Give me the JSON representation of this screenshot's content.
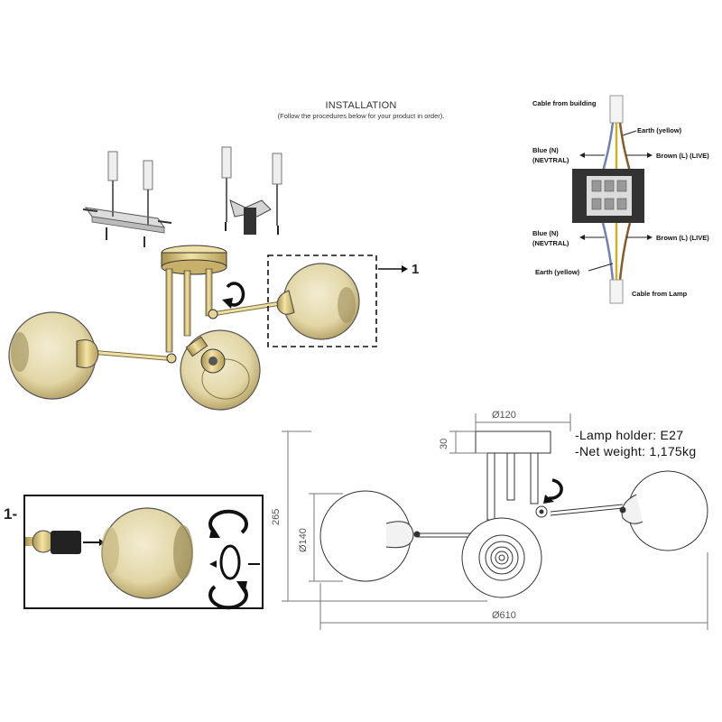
{
  "installation": {
    "title": "INSTALLATION",
    "subtitle": "(Follow the procedures below for your product in order)."
  },
  "callouts": {
    "detail_marker": "1",
    "detail_label": "1-"
  },
  "wiring": {
    "cable_from_building": "Cable from building",
    "earth_top": "Earth (yellow)",
    "blue_top_line1": "Blue (N)",
    "blue_top_line2": "(NEVTRAL)",
    "brown_top": "Brown (L) (LIVE)",
    "blue_bottom_line1": "Blue (N)",
    "blue_bottom_line2": "(NEVTRAL)",
    "brown_bottom": "Brown (L) (LIVE)",
    "earth_bottom": "Earth (yellow)",
    "cable_from_lamp": "Cable from Lamp",
    "colors": {
      "blue": "#6f7fb8",
      "brown": "#8a5a2b",
      "earth": "#c9b227"
    }
  },
  "dimensions": {
    "canopy_diameter": "Ø120",
    "canopy_height": "30",
    "total_height": "265",
    "globe_diameter": "Ø140",
    "total_width": "Ø610"
  },
  "specs": {
    "lamp_holder": "-Lamp holder: E27",
    "net_weight": "-Net weight: 1,175kg"
  },
  "colors": {
    "brass": "#d9c27a",
    "glass": "#e8dfb8",
    "line": "#333333"
  }
}
